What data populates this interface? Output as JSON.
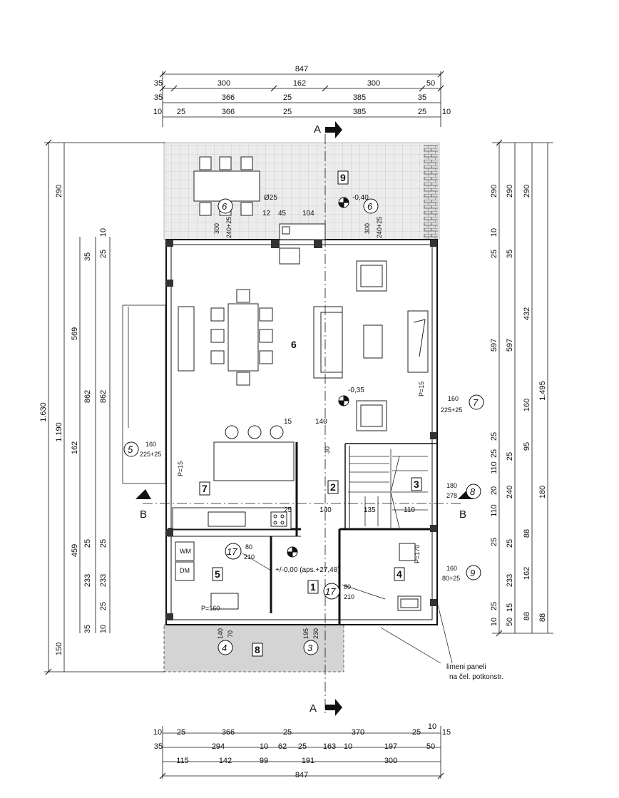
{
  "dims": {
    "top": {
      "total": "847",
      "row1": [
        "35",
        "300",
        "162",
        "300",
        "50"
      ],
      "row2": [
        "35",
        "366",
        "25",
        "385",
        "35"
      ],
      "row3": [
        "10",
        "25",
        "366",
        "25",
        "385",
        "25",
        "10"
      ]
    },
    "bottom": {
      "row1": [
        "10",
        "25",
        "366",
        "25",
        "370",
        "25",
        "10",
        "15"
      ],
      "row2": [
        "35",
        "294",
        "10",
        "62",
        "25",
        "163",
        "10",
        "197",
        "50"
      ],
      "row3": [
        "115",
        "142",
        "99",
        "191",
        "300"
      ],
      "total": "847"
    },
    "left": {
      "outer": [
        "1.630",
        "290",
        "1.190",
        "150"
      ],
      "mid": [
        "569",
        "162",
        "459"
      ],
      "inner": [
        "862",
        "233"
      ],
      "small": [
        "35",
        "25",
        "10",
        "25",
        "25",
        "35",
        "10",
        "25"
      ]
    },
    "right": {
      "outer": [
        "290",
        "1.495",
        "290"
      ],
      "mid": [
        "597",
        "240",
        "162",
        "88"
      ],
      "inner": [
        "432",
        "160",
        "95",
        "180",
        "233",
        "88"
      ],
      "small": [
        "10",
        "25",
        "35",
        "25",
        "25",
        "25",
        "110",
        "20",
        "110",
        "25",
        "88",
        "25",
        "25",
        "15",
        "10",
        "50"
      ]
    }
  },
  "section_marks": {
    "a_top": "A",
    "a_bottom": "A",
    "b_left": "B",
    "b_right": "B"
  },
  "rooms": {
    "r1": "1",
    "r2": "2",
    "r3": "3",
    "r4": "4",
    "r5": "5",
    "r6": "6",
    "r7": "7",
    "r8": "8",
    "r9": "9"
  },
  "openings": {
    "o6a": {
      "tag": "6",
      "h": "300",
      "w": "240+25"
    },
    "o6b": {
      "tag": "6",
      "h": "300",
      "w": "240+25"
    },
    "o5": {
      "tag": "5",
      "w": "160",
      "h": "225+25"
    },
    "o7": {
      "tag": "7",
      "w": "160",
      "h": "225+25"
    },
    "o8": {
      "tag": "8",
      "w": "180",
      "h": "278"
    },
    "o9": {
      "tag": "9",
      "w": "160",
      "h": "80+25"
    },
    "o17a": {
      "tag": "17",
      "w": "80",
      "h": "210"
    },
    "o17b": {
      "tag": "17",
      "w": "80",
      "h": "210"
    },
    "o4": {
      "tag": "4",
      "a": "140",
      "b": "70"
    },
    "o3": {
      "tag": "3",
      "a": "195",
      "b": "230"
    }
  },
  "levels": {
    "terrace": "-0,40",
    "living": "-0,35",
    "entry": "+/-0,00 (aps.+27,48)"
  },
  "notes": {
    "chimney_dia": "Ø25",
    "chim_12": "12",
    "chim_45": "45",
    "chim_104": "104",
    "p15_left": "P=15",
    "p15_right": "P=15",
    "p160": "P=160",
    "p170": "P=170",
    "d15": "15",
    "d140_top": "140",
    "d30": "30",
    "d25_k": "25",
    "d140_k": "140",
    "d135": "135",
    "d110_k": "110",
    "wm": "WM",
    "dm": "DM",
    "panels1": "limeni paneli",
    "panels2": "na čel. potkonstr."
  }
}
